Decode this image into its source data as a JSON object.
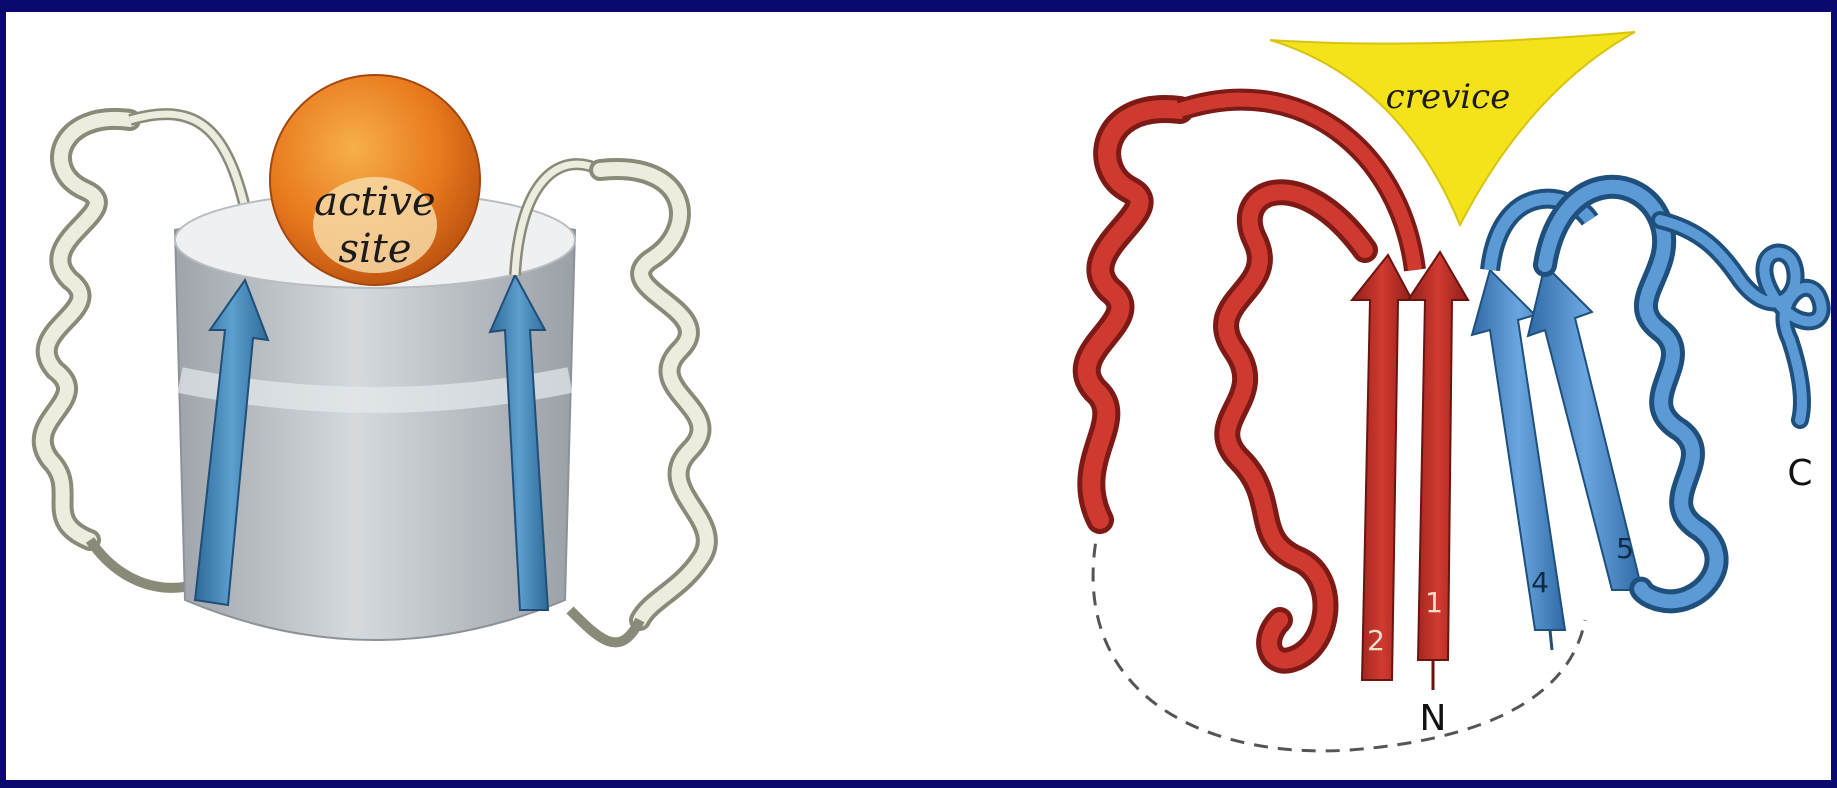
{
  "colors": {
    "slide_border": "#0a0a6e",
    "panel_bg": "#ffffff",
    "active_site": "#e87a1e",
    "active_site_label_bg": "#f7d9a6",
    "barrel": "#c9ced3",
    "barrel_top": "#eef0f2",
    "helix_left": "#e4e6d8",
    "strand_left": "#3c7fb0",
    "red_domain": "#c0322a",
    "blue_domain": "#4f8fcf",
    "crevice": "#f4e21a"
  },
  "left_panel": {
    "active_site_label_line1": "active",
    "active_site_label_line2": "site"
  },
  "right_panel": {
    "crevice_label": "crevice",
    "strand_labels": [
      "1",
      "2",
      "4",
      "5"
    ],
    "terminus_n": "N",
    "terminus_c": "C"
  }
}
